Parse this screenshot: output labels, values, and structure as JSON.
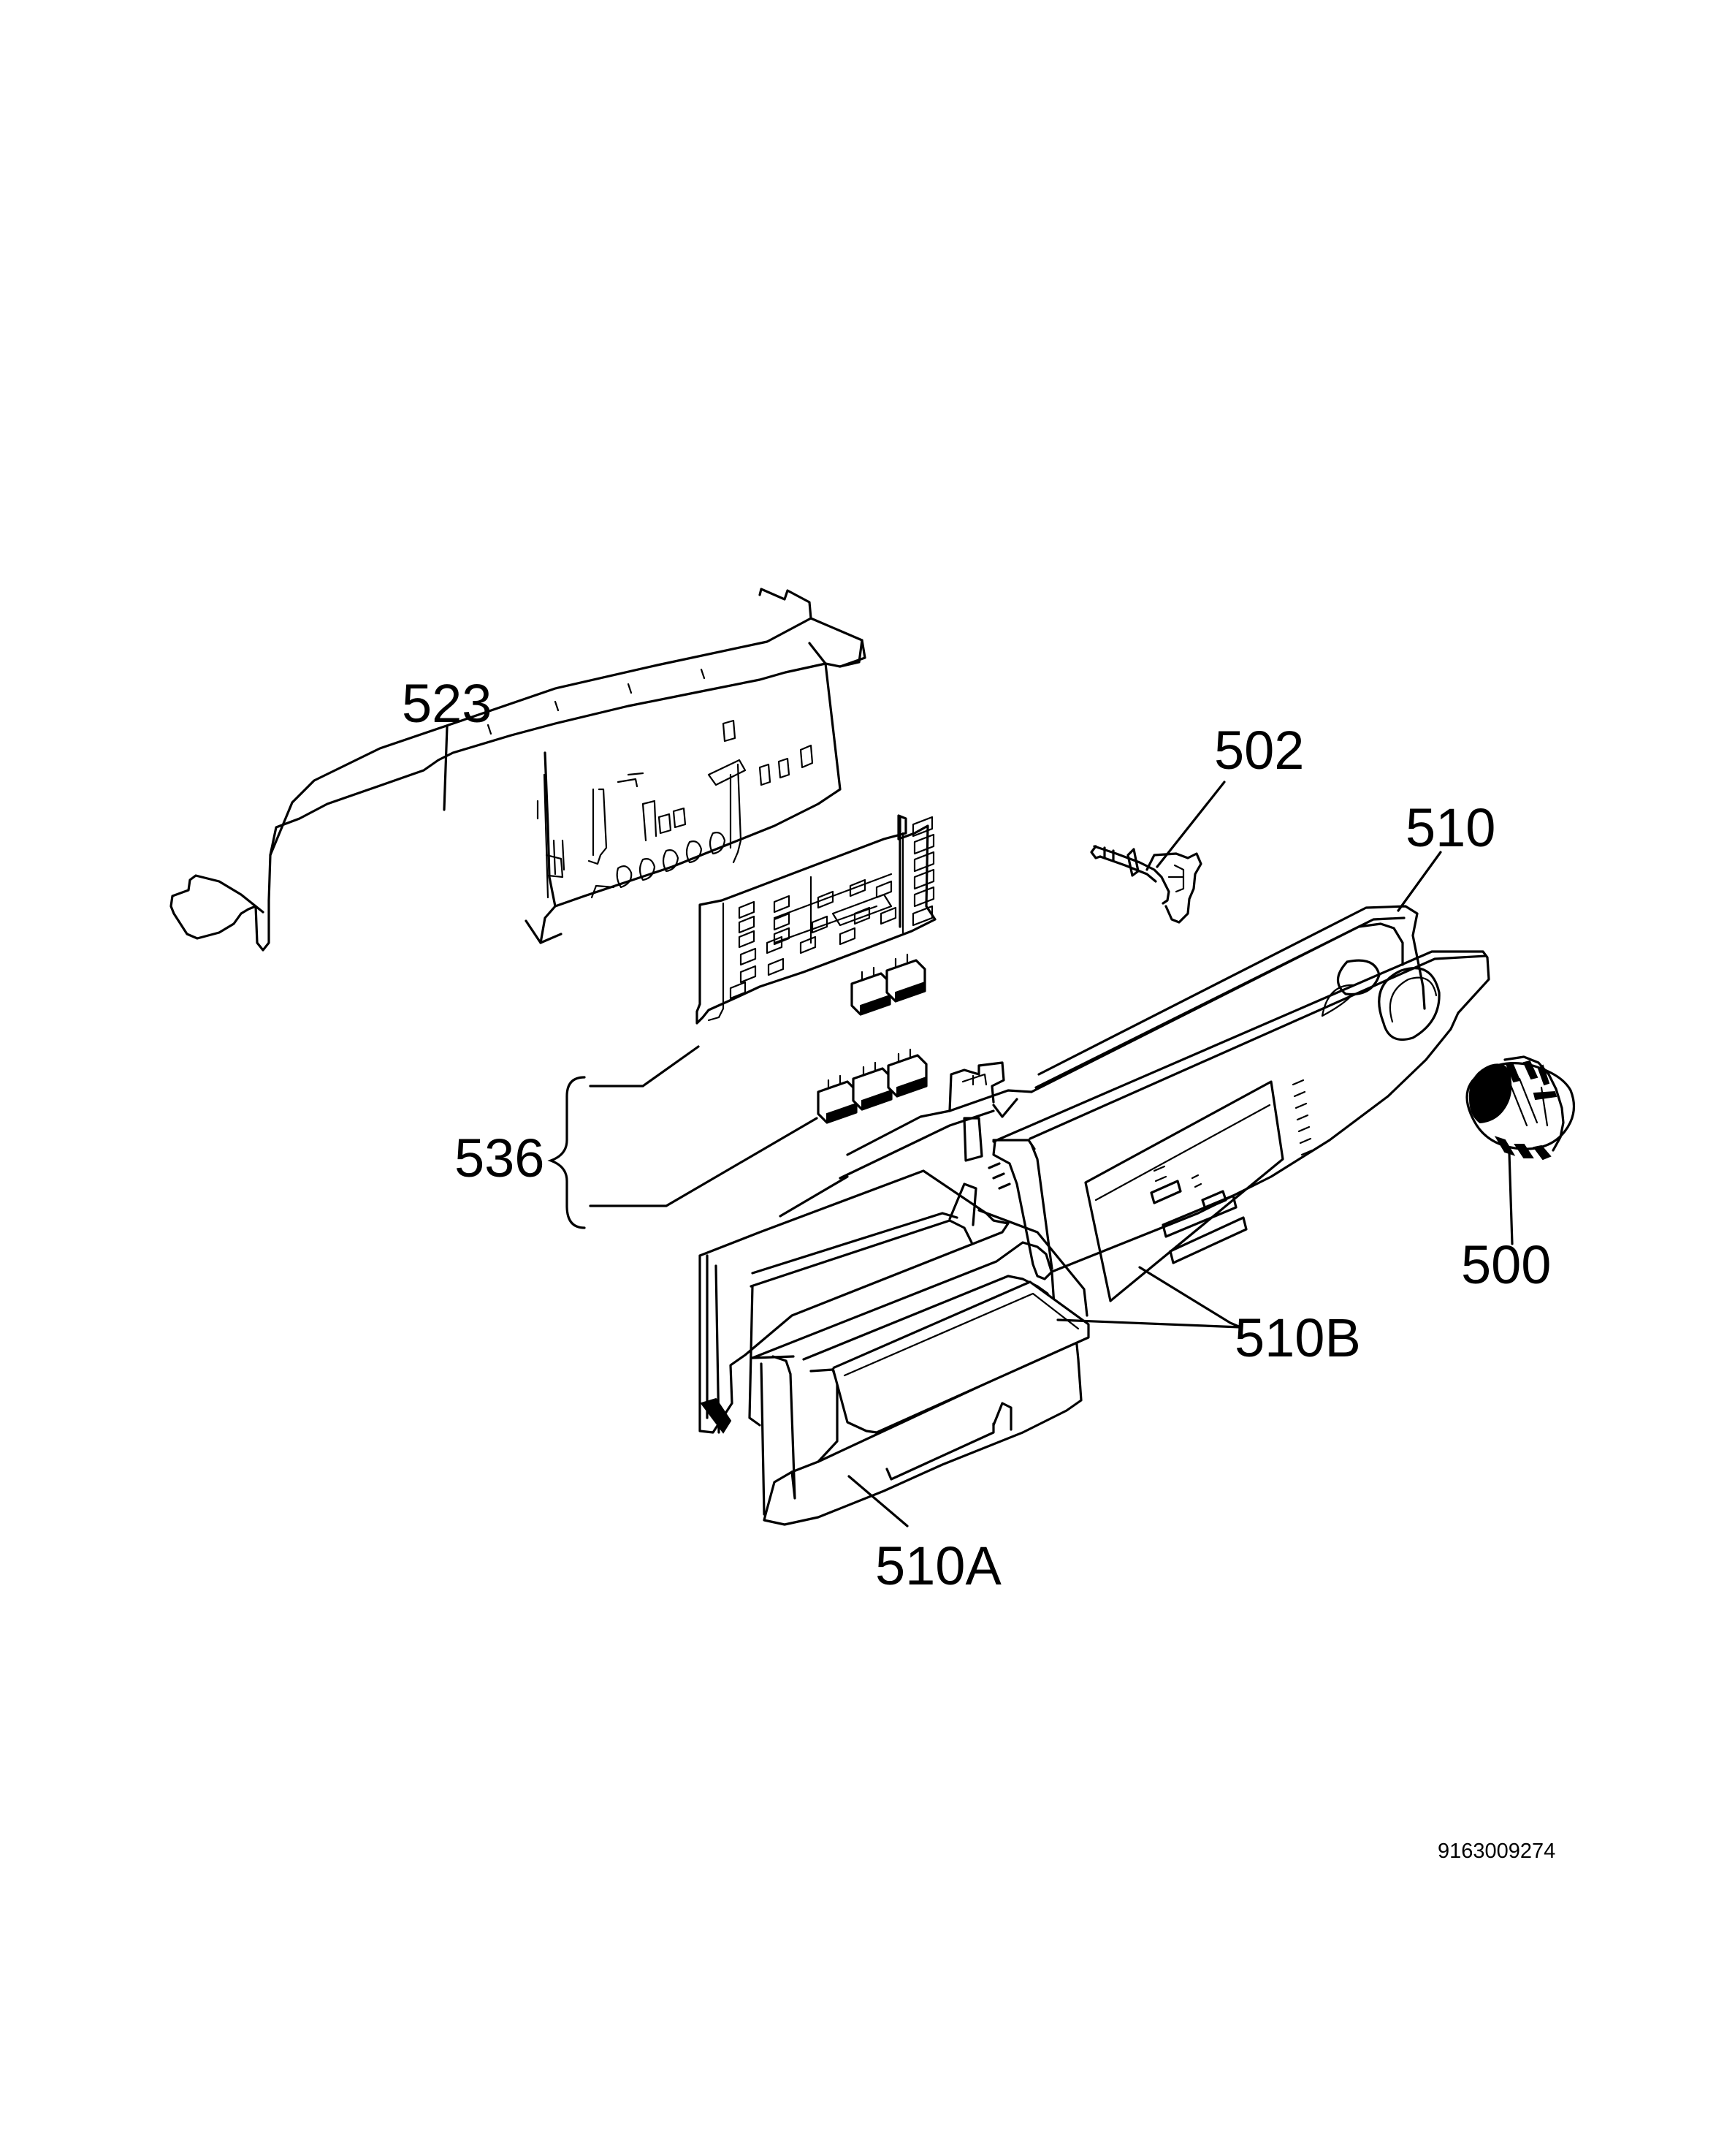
{
  "diagram": {
    "callouts": {
      "part_523": "523",
      "part_502": "502",
      "part_510": "510",
      "part_536": "536",
      "part_500": "500",
      "part_510B": "510B",
      "part_510A": "510A"
    },
    "document_number": "9163009274"
  }
}
